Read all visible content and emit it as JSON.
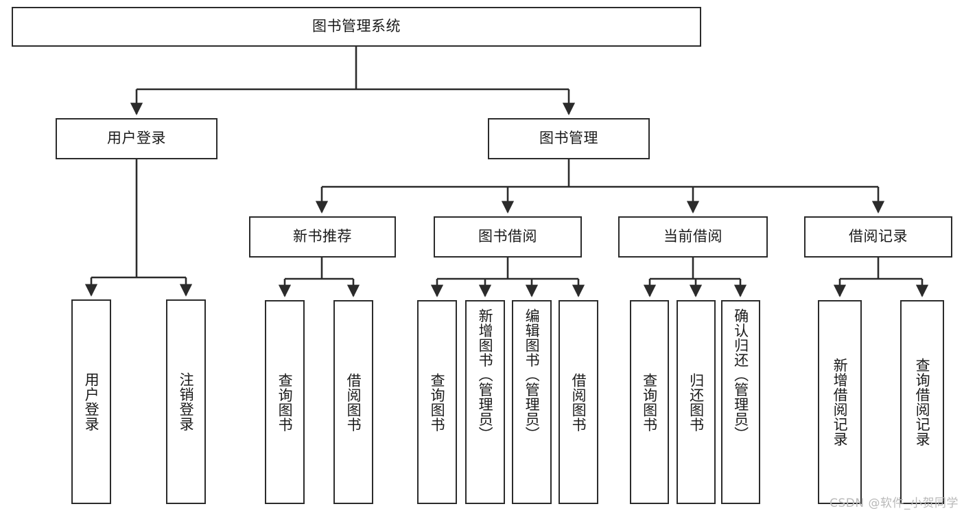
{
  "diagram": {
    "title": "图书管理系统",
    "watermark": "CSDN @软件_小贺同学",
    "line_color": "#2b2b2b",
    "box_fill": "#ffffff",
    "text_color": "#1a1a1a",
    "watermark_color": "#b9b9b9"
  },
  "nodes": {
    "root": {
      "label": "图书管理系统",
      "level": 1,
      "orientation": "horizontal"
    },
    "l2": [
      {
        "label": "用户登录",
        "orientation": "horizontal"
      },
      {
        "label": "图书管理",
        "orientation": "horizontal"
      }
    ],
    "l3": [
      {
        "label": "新书推荐",
        "orientation": "horizontal"
      },
      {
        "label": "图书借阅",
        "orientation": "horizontal"
      },
      {
        "label": "当前借阅",
        "orientation": "horizontal"
      },
      {
        "label": "借阅记录",
        "orientation": "horizontal"
      }
    ],
    "leaves_user_login": [
      {
        "label": "用户登录",
        "orientation": "vertical"
      },
      {
        "label": "注销登录",
        "orientation": "vertical"
      }
    ],
    "leaves_new_book": [
      {
        "label": "查询图书",
        "orientation": "vertical"
      },
      {
        "label": "借阅图书",
        "orientation": "vertical"
      }
    ],
    "leaves_borrow": [
      {
        "label": "查询图书",
        "orientation": "vertical"
      },
      {
        "label": "新增图书（管理员）",
        "orientation": "vertical"
      },
      {
        "label": "编辑图书（管理员）",
        "orientation": "vertical"
      },
      {
        "label": "借阅图书",
        "orientation": "vertical"
      }
    ],
    "leaves_current": [
      {
        "label": "查询图书",
        "orientation": "vertical"
      },
      {
        "label": "归还图书",
        "orientation": "vertical"
      },
      {
        "label": "确认归还（管理员）",
        "orientation": "vertical"
      }
    ],
    "leaves_records": [
      {
        "label": "新增借阅记录",
        "orientation": "vertical"
      },
      {
        "label": "查询借阅记录",
        "orientation": "vertical"
      }
    ]
  }
}
